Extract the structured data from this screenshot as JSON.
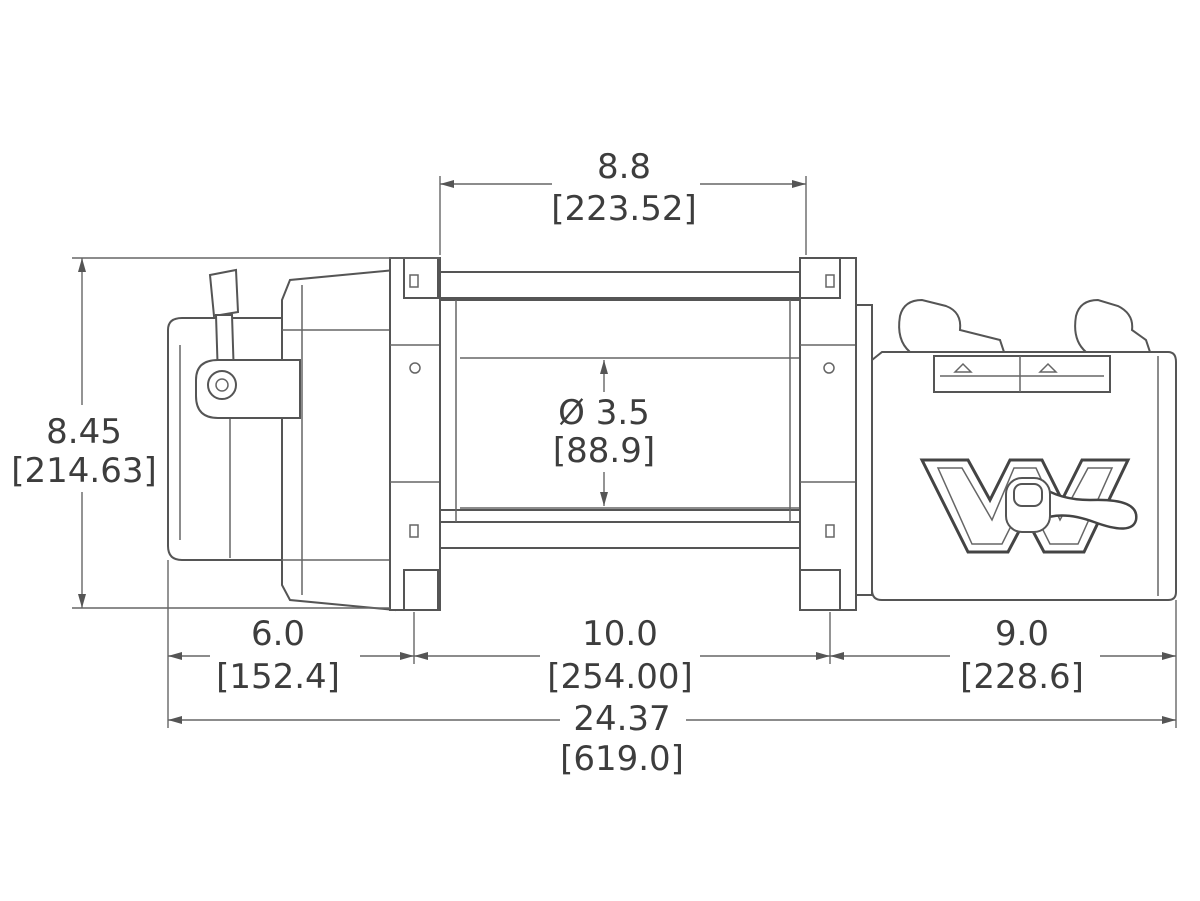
{
  "dimensions": {
    "drum_length": {
      "inches": "8.8",
      "mm": "[223.52]"
    },
    "height": {
      "inches": "8.45",
      "mm": "[214.63]"
    },
    "drum_diameter": {
      "inches": "Ø 3.5",
      "mm": "[88.9]"
    },
    "motor_length": {
      "inches": "6.0",
      "mm": "[152.4]"
    },
    "mount_spacing": {
      "inches": "10.0",
      "mm": "[254.00]"
    },
    "control_length": {
      "inches": "9.0",
      "mm": "[228.6]"
    },
    "overall_length": {
      "inches": "24.37",
      "mm": "[619.0]"
    }
  },
  "colors": {
    "line": "#555555",
    "text": "#3d3d3d",
    "background": "#ffffff"
  }
}
